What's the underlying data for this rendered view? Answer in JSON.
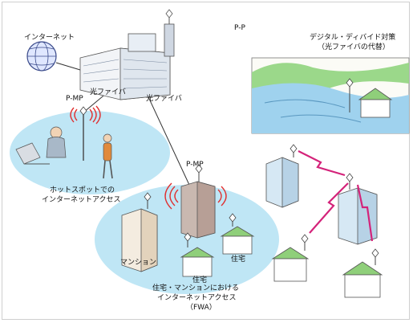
{
  "labels": {
    "internet": "インターネット",
    "fiber_1": "光ファイバ",
    "fiber_2": "光ファイバ",
    "pmp_top": "P-MP",
    "pmp_mid": "P-MP",
    "pp": "P-P",
    "digital_divide_line1": "デジタル・ディバイド対策",
    "digital_divide_line2": "（光ファイバの代替）",
    "hotspot_line1": "ホットスポットでの",
    "hotspot_line2": "インターネットアクセス",
    "mansion": "マンション",
    "house_1": "住宅",
    "house_2": "住宅",
    "fwa_line1": "住宅・マンションにおける",
    "fwa_line2": "インターネットアクセス",
    "fwa_line3": "（FWA）"
  },
  "colors": {
    "ellipse_fill": "#bfe6f5",
    "radio_wave": "#e03030",
    "pp_link": "#d4237a",
    "building": "#e8eef5",
    "roof_green": "#8fcf7a"
  }
}
